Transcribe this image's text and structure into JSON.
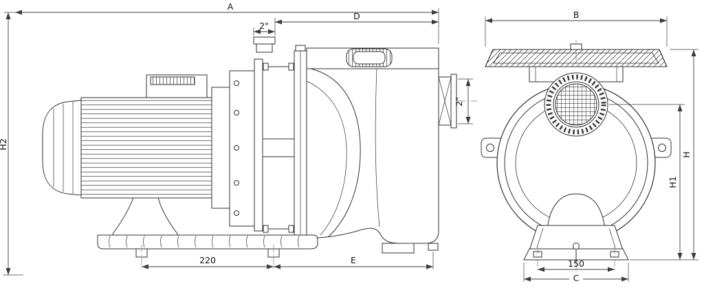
{
  "drawing": {
    "background": "#ffffff",
    "line_color": "#2f2f2f",
    "dimension_color": "#3c3c3c"
  },
  "dims": {
    "overall_length_A": "A",
    "head_length_D": "D",
    "suction_port_size": "2\"",
    "discharge_port_size": "2\"",
    "overall_height_H2": "H2",
    "side_foot_spacing": "220",
    "base_length_E": "E",
    "overall_width_B": "B",
    "height_H": "H",
    "port_height_H1": "H1",
    "front_foot_spacing": "150",
    "base_width_C": "C"
  }
}
